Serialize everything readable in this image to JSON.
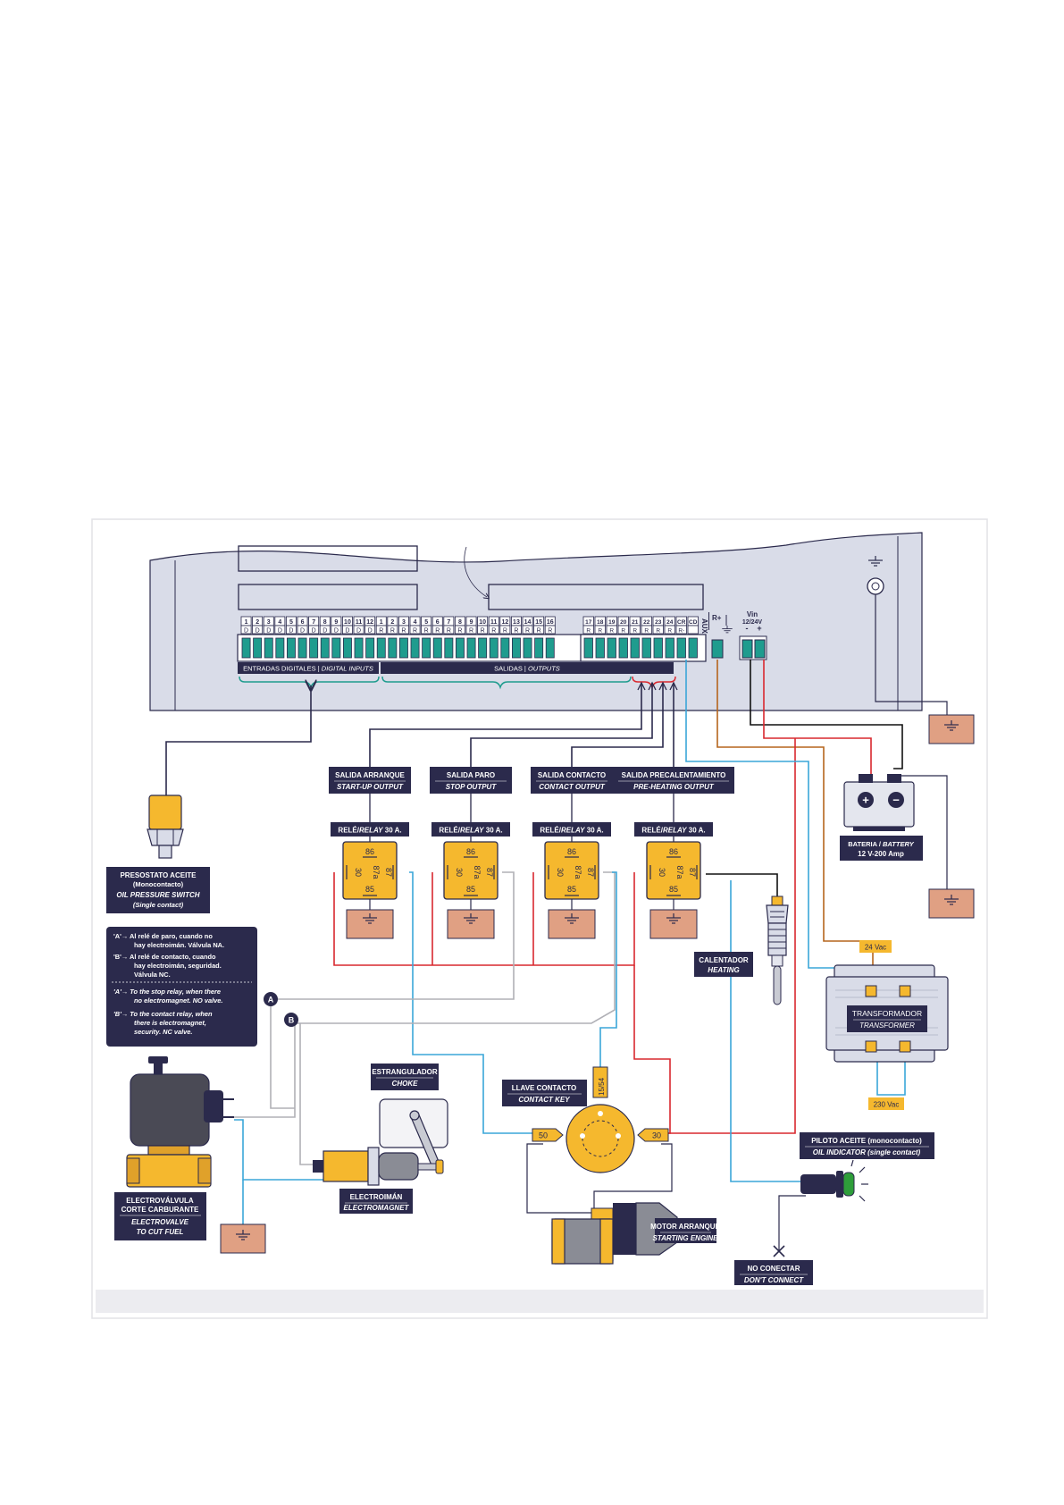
{
  "controller": {
    "top_terminals": [
      "1",
      "2",
      "3",
      "4",
      "5",
      "6",
      "7",
      "8",
      "9",
      "10",
      "11",
      "12",
      "1",
      "2",
      "3",
      "4",
      "5",
      "6",
      "7",
      "8",
      "9",
      "10",
      "11",
      "12",
      "13",
      "14",
      "15",
      "16"
    ],
    "top_terminal_types": [
      "D",
      "D",
      "D",
      "D",
      "D",
      "D",
      "D",
      "D",
      "D",
      "D",
      "D",
      "D",
      "R",
      "R",
      "R",
      "R",
      "R",
      "R",
      "R",
      "R",
      "R",
      "R",
      "R",
      "R",
      "R",
      "R",
      "R",
      "R"
    ],
    "right_terminals": [
      "17",
      "18",
      "19",
      "20",
      "21",
      "22",
      "23",
      "24",
      "CR",
      "CD"
    ],
    "right_terminal_types": [
      "R",
      "R",
      "R",
      "R",
      "R",
      "R",
      "R",
      "R",
      "R-",
      ""
    ],
    "aux_label": "AUX",
    "rplus_label": "R+",
    "vin_label": "Vin",
    "vin_voltage": "12/24V",
    "vin_minus": "-",
    "vin_plus": "+",
    "digital_inputs_label": "ENTRADAS DIGITALES | ",
    "digital_inputs_label_en": "DIGITAL INPUTS",
    "outputs_label": "SALIDAS | ",
    "outputs_label_en": "OUTPUTS"
  },
  "outputs": [
    {
      "title": "SALIDA ARRANQUE",
      "subtitle": "START-UP OUTPUT"
    },
    {
      "title": "SALIDA PARO",
      "subtitle": "STOP OUTPUT"
    },
    {
      "title": "SALIDA CONTACTO",
      "subtitle": "CONTACT OUTPUT"
    },
    {
      "title": "SALIDA PRECALENTAMIENTO",
      "subtitle": "PRE-HEATING OUTPUT"
    }
  ],
  "relay": {
    "label_es": "RELÉ/",
    "label_en": "RELAY",
    "rating": " 30 A.",
    "pins": [
      "86",
      "30",
      "87a",
      "87",
      "85"
    ]
  },
  "oil_pressure_switch": {
    "line1": "PRESOSTATO ACEITE",
    "line2": "(Monocontacto)",
    "line3": "OIL PRESSURE SWITCH",
    "line4": "(Single contact)"
  },
  "notes": {
    "a_es_1": "'A'→  Al relé de paro, cuando no",
    "a_es_2": "hay electroimán. Válvula NA.",
    "b_es_1": "'B'→  Al relé de contacto, cuando",
    "b_es_2": "hay electroimán, seguridad.",
    "b_es_3": "Válvula NC.",
    "a_en_1": "'A'→  To the stop relay, when there",
    "a_en_2": "no electromagnet. NO valve.",
    "b_en_1": "'B'→  To the contact relay, when",
    "b_en_2": "there is electromagnet,",
    "b_en_3": "security. NC valve."
  },
  "markers": {
    "a": "A",
    "b": "B"
  },
  "battery": {
    "line1": "BATERIA / ",
    "line1_en": "BATTERY",
    "line2": "12 V-200 Amp",
    "plus": "+",
    "minus": "−"
  },
  "heater": {
    "line1": "CALENTADOR",
    "line2": "HEATING"
  },
  "transformer": {
    "line1": "TRANSFORMADOR",
    "line2": "TRANSFORMER",
    "out_label": "24 Vac",
    "in_label": "230 Vac"
  },
  "choke": {
    "line1": "ESTRANGULADOR",
    "line2": "CHOKE"
  },
  "key_switch": {
    "line1": "LLAVE CONTACTO",
    "line2": "CONTACT KEY",
    "t50": "50",
    "t30": "30",
    "t1554": "15/54"
  },
  "fuel_valve": {
    "line1": "ELECTROVÁLVULA",
    "line2": "CORTE CARBURANTE",
    "line3": "ELECTROVALVE",
    "line4": "TO CUT FUEL"
  },
  "electromagnet": {
    "line1": "ELECTROIMÁN",
    "line2": "ELECTROMAGNET"
  },
  "starter": {
    "line1": "MOTOR ARRANQUE",
    "line2": "STARTING ENGINE"
  },
  "oil_indicator": {
    "line1": "PILOTO ACEITE (monocontacto)",
    "line2": "OIL INDICATOR (single contact)"
  },
  "no_connect": {
    "line1": "NO CONECTAR",
    "line2": "DON'T CONNECT"
  },
  "colors": {
    "navy": "#2b2a4c",
    "amber": "#f5b82e",
    "teal": "#1f9c8e",
    "red": "#d9282f",
    "blue_wire": "#3aa6d8",
    "brown_wire": "#b5651d",
    "panel": "#d6dae6",
    "ground_box": "#e0a083"
  }
}
